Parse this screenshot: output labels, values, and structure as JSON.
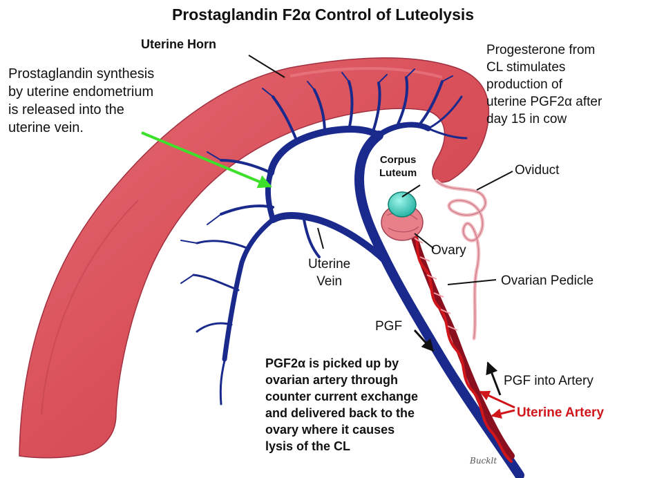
{
  "title": "Prostaglandin F2α Control of Luteolysis",
  "labels": {
    "uterine_horn": "Uterine Horn",
    "synthesis_note": "Prostaglandin synthesis\nby uterine endometrium\nis released into the\nuterine vein.",
    "progesterone_note": "Progesterone from\nCL stimulates\nproduction of\nuterine PGF2α after\nday 15 in cow",
    "corpus_luteum": "Corpus\nLuteum",
    "oviduct": "Oviduct",
    "ovary": "Ovary",
    "ovarian_pedicle": "Ovarian Pedicle",
    "uterine_vein": "Uterine\nVein",
    "pgf": "PGF",
    "pgf_into_artery": "PGF into Artery",
    "uterine_artery": "Uterine Artery",
    "pickup_note": "PGF2α is picked up by\novarian artery through\ncounter current exchange\nand delivered back to the\novary where it causes\nlysis of the CL",
    "signature": "Bucklt"
  },
  "colors": {
    "uterus": "#d9505a",
    "vein": "#1a2a8c",
    "artery": "#d0161a",
    "corpus_luteum": "#3fd0c0",
    "ovary": "#e8808a",
    "green_arrow": "#3de02a"
  }
}
